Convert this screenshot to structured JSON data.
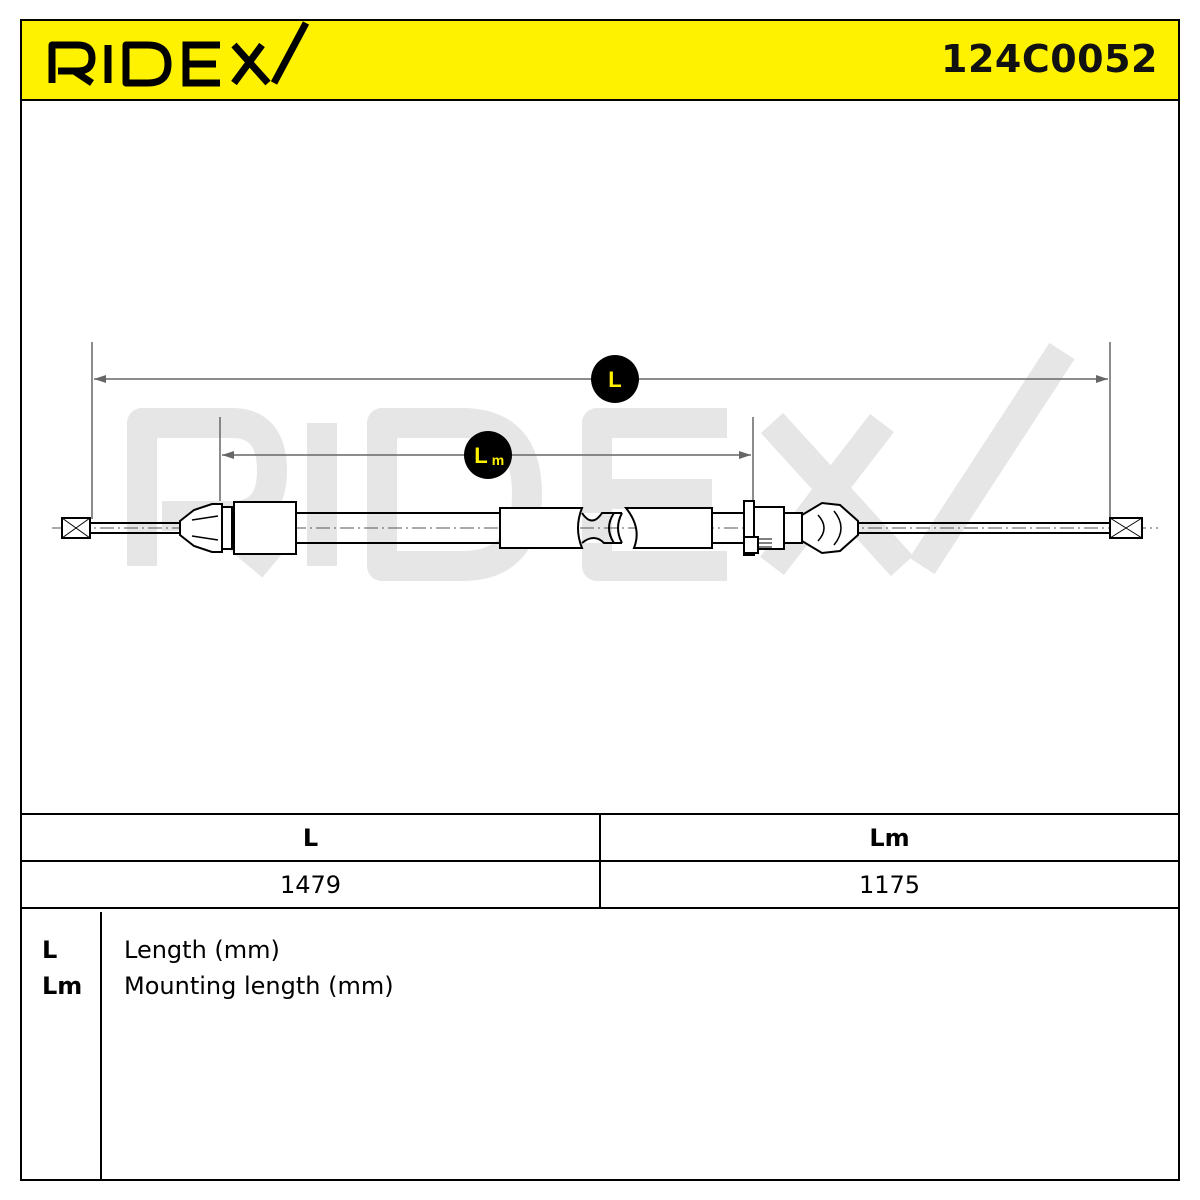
{
  "brand": {
    "logo_text": "RIDEX",
    "watermark_text": "RIDEX",
    "accent_color": "#FFF200",
    "watermark_color": "#e6e6e6"
  },
  "header": {
    "part_number": "124C0052"
  },
  "drawing": {
    "dimension_markers": [
      {
        "label": "L"
      },
      {
        "label": "Lm",
        "label_main": "L",
        "label_sub": "m"
      }
    ]
  },
  "dimensions_table": {
    "headers": [
      "L",
      "Lm"
    ],
    "values": [
      "1479",
      "1175"
    ]
  },
  "legend": {
    "items": [
      {
        "key": "L",
        "description": "Length (mm)"
      },
      {
        "key": "Lm",
        "description": "Mounting length (mm)"
      }
    ]
  }
}
